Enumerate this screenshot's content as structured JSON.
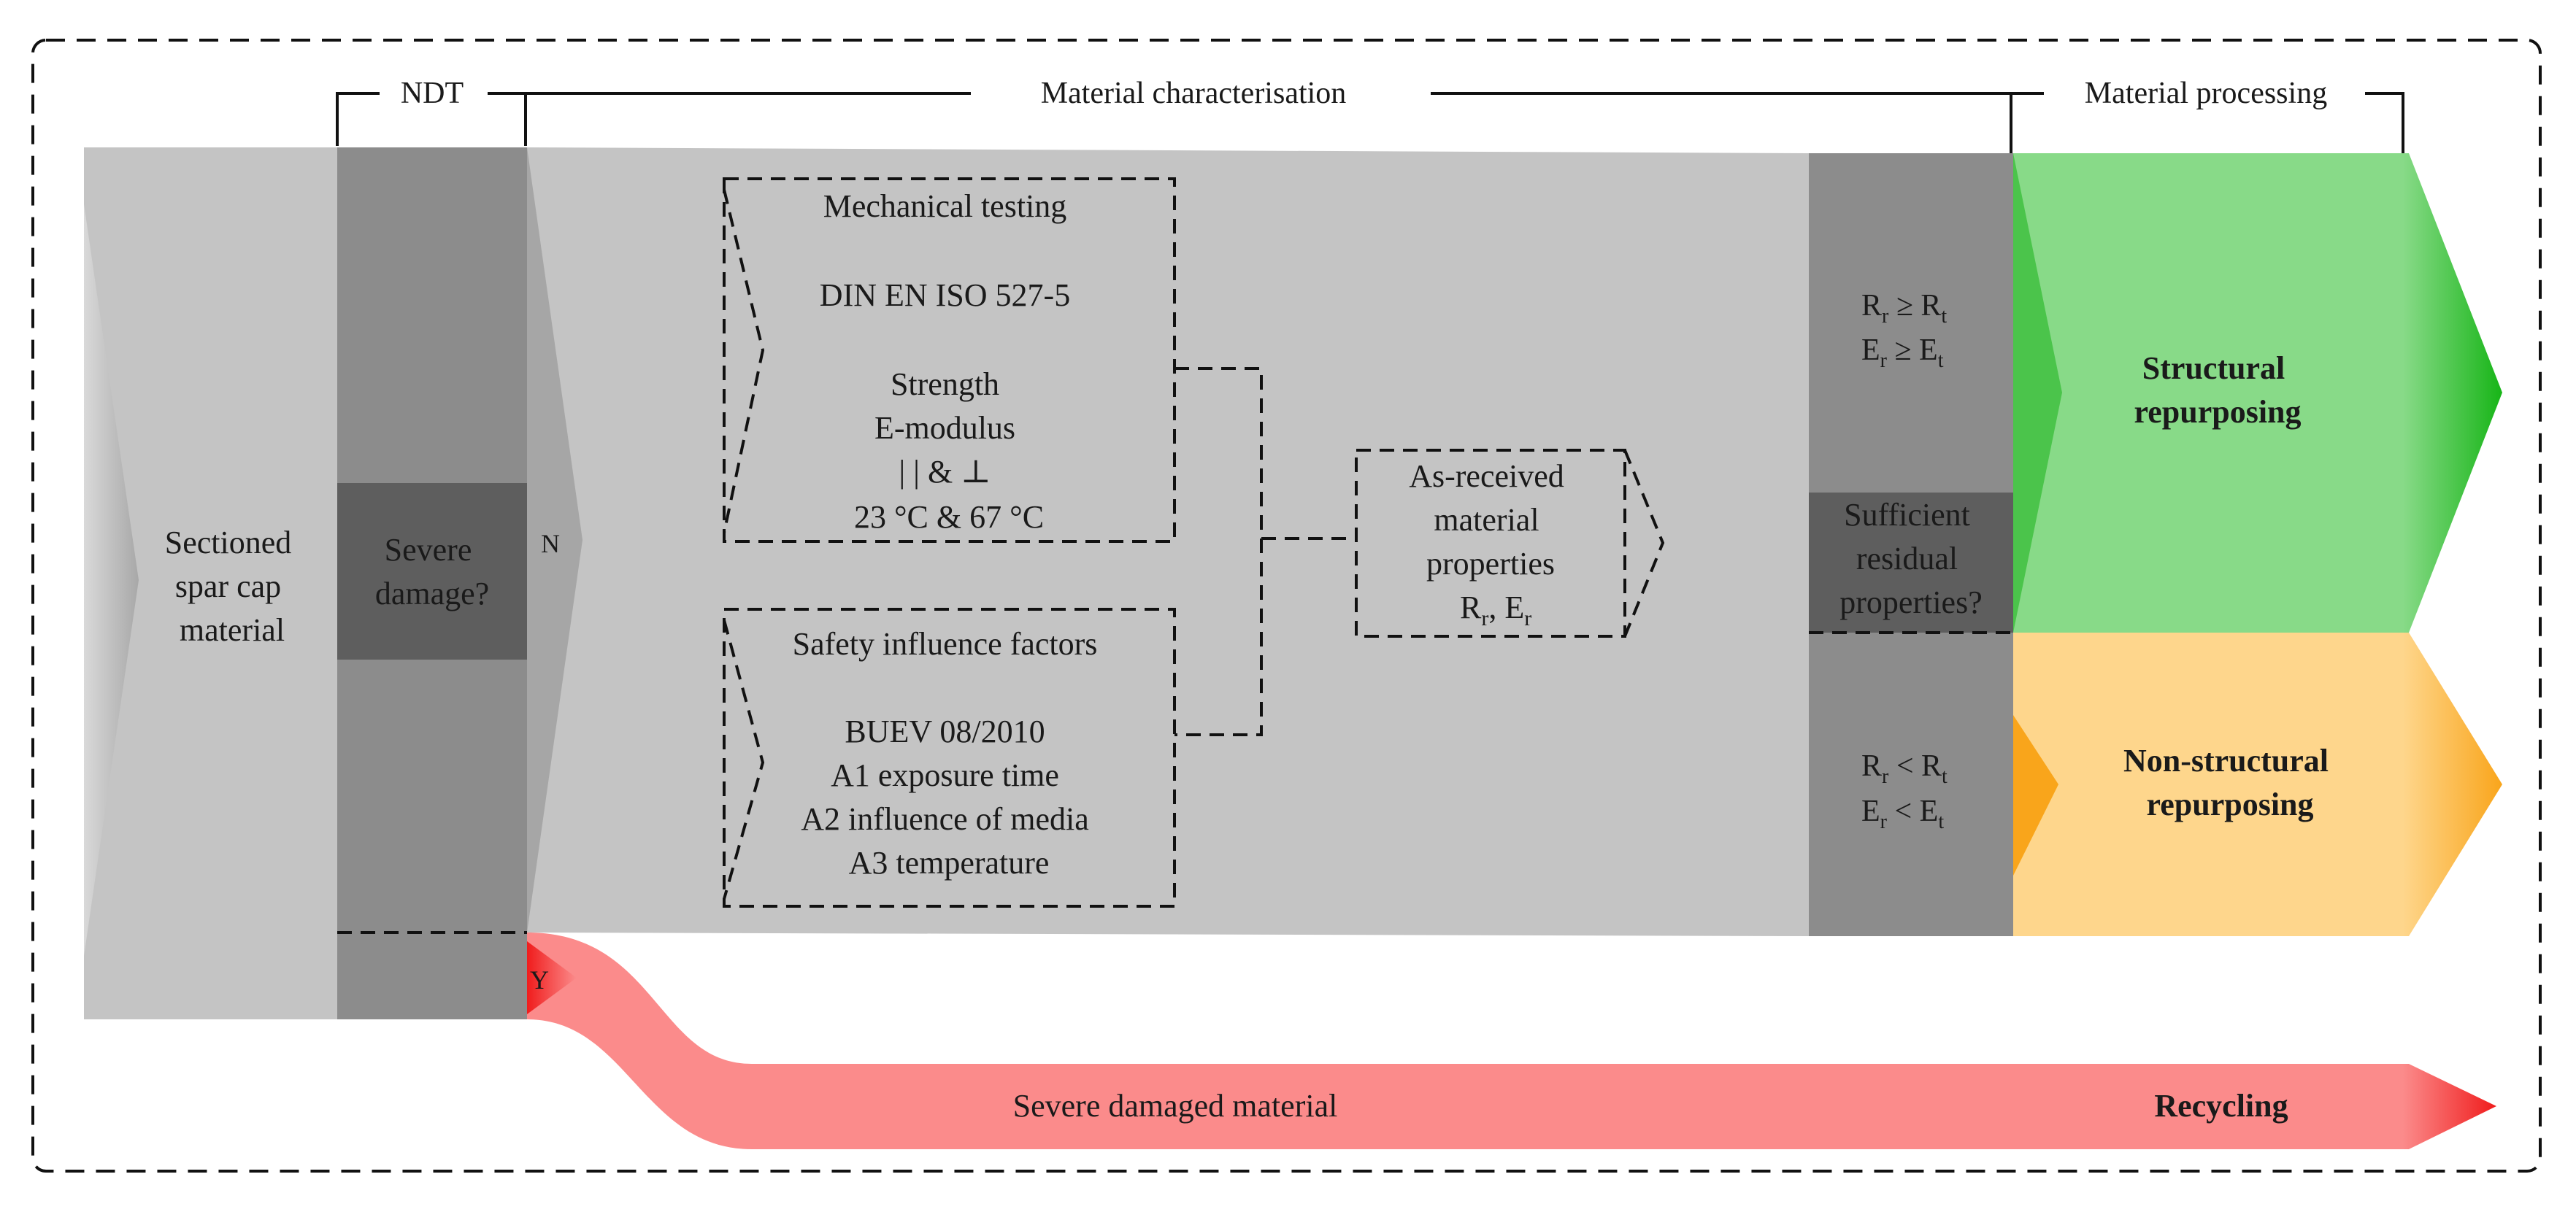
{
  "phases": {
    "ndt": "NDT",
    "characterisation": "Material characterisation",
    "processing": "Material processing"
  },
  "input": {
    "line1": "Sectioned",
    "line2": "spar cap",
    "line3": "material"
  },
  "decision_damage": {
    "line1": "Severe",
    "line2": "damage?",
    "no_label": "N",
    "yes_label": "Y"
  },
  "mechanical_testing": {
    "title": "Mechanical testing",
    "standard": "DIN EN ISO 527-5",
    "line1": "Strength",
    "line2": "E-modulus",
    "line3": "| |  &  ⊥",
    "line4": "23 °C & 67 °C"
  },
  "safety_factors": {
    "title": "Safety influence factors",
    "standard": "BUEV 08/2010",
    "line1": "A1 exposure time",
    "line2": "A2 influence of media",
    "line3": "A3 temperature"
  },
  "as_received": {
    "line1": "As-received",
    "line2": "material",
    "line3": "properties",
    "line4_R": "R",
    "line4_sub_r": "r",
    "line4_sep": ", E",
    "line4_sub_r2": "r"
  },
  "decision_residual": {
    "line1": "Sufficient",
    "line2": "residual",
    "line3": "properties?",
    "top_cond1": {
      "a": "R",
      "a_sub": "r",
      "op": " ≥ R",
      "b_sub": "t"
    },
    "top_cond2": {
      "a": "E",
      "a_sub": "r",
      "op": " ≥ E",
      "b_sub": "t"
    },
    "bot_cond1": {
      "a": "R",
      "a_sub": "r",
      "op": " < R",
      "b_sub": "t"
    },
    "bot_cond2": {
      "a": "E",
      "a_sub": "r",
      "op": " < E",
      "b_sub": "t"
    }
  },
  "outcomes": {
    "structural_line1": "Structural",
    "structural_line2": "repurposing",
    "nonstructural_line1": "Non-structural",
    "nonstructural_line2": "repurposing",
    "damaged_material": "Severe damaged material",
    "recycling": "Recycling"
  },
  "colors": {
    "light_grey": "#c4c4c4",
    "mid_grey": "#8c8c8c",
    "dark_grey": "#5e5e5e",
    "green": "#88da88",
    "green_accent": "#17b517",
    "orange": "#fed68c",
    "orange_accent": "#f9a51b",
    "red": "#fb8b8b",
    "red_accent": "#f01c1c"
  }
}
